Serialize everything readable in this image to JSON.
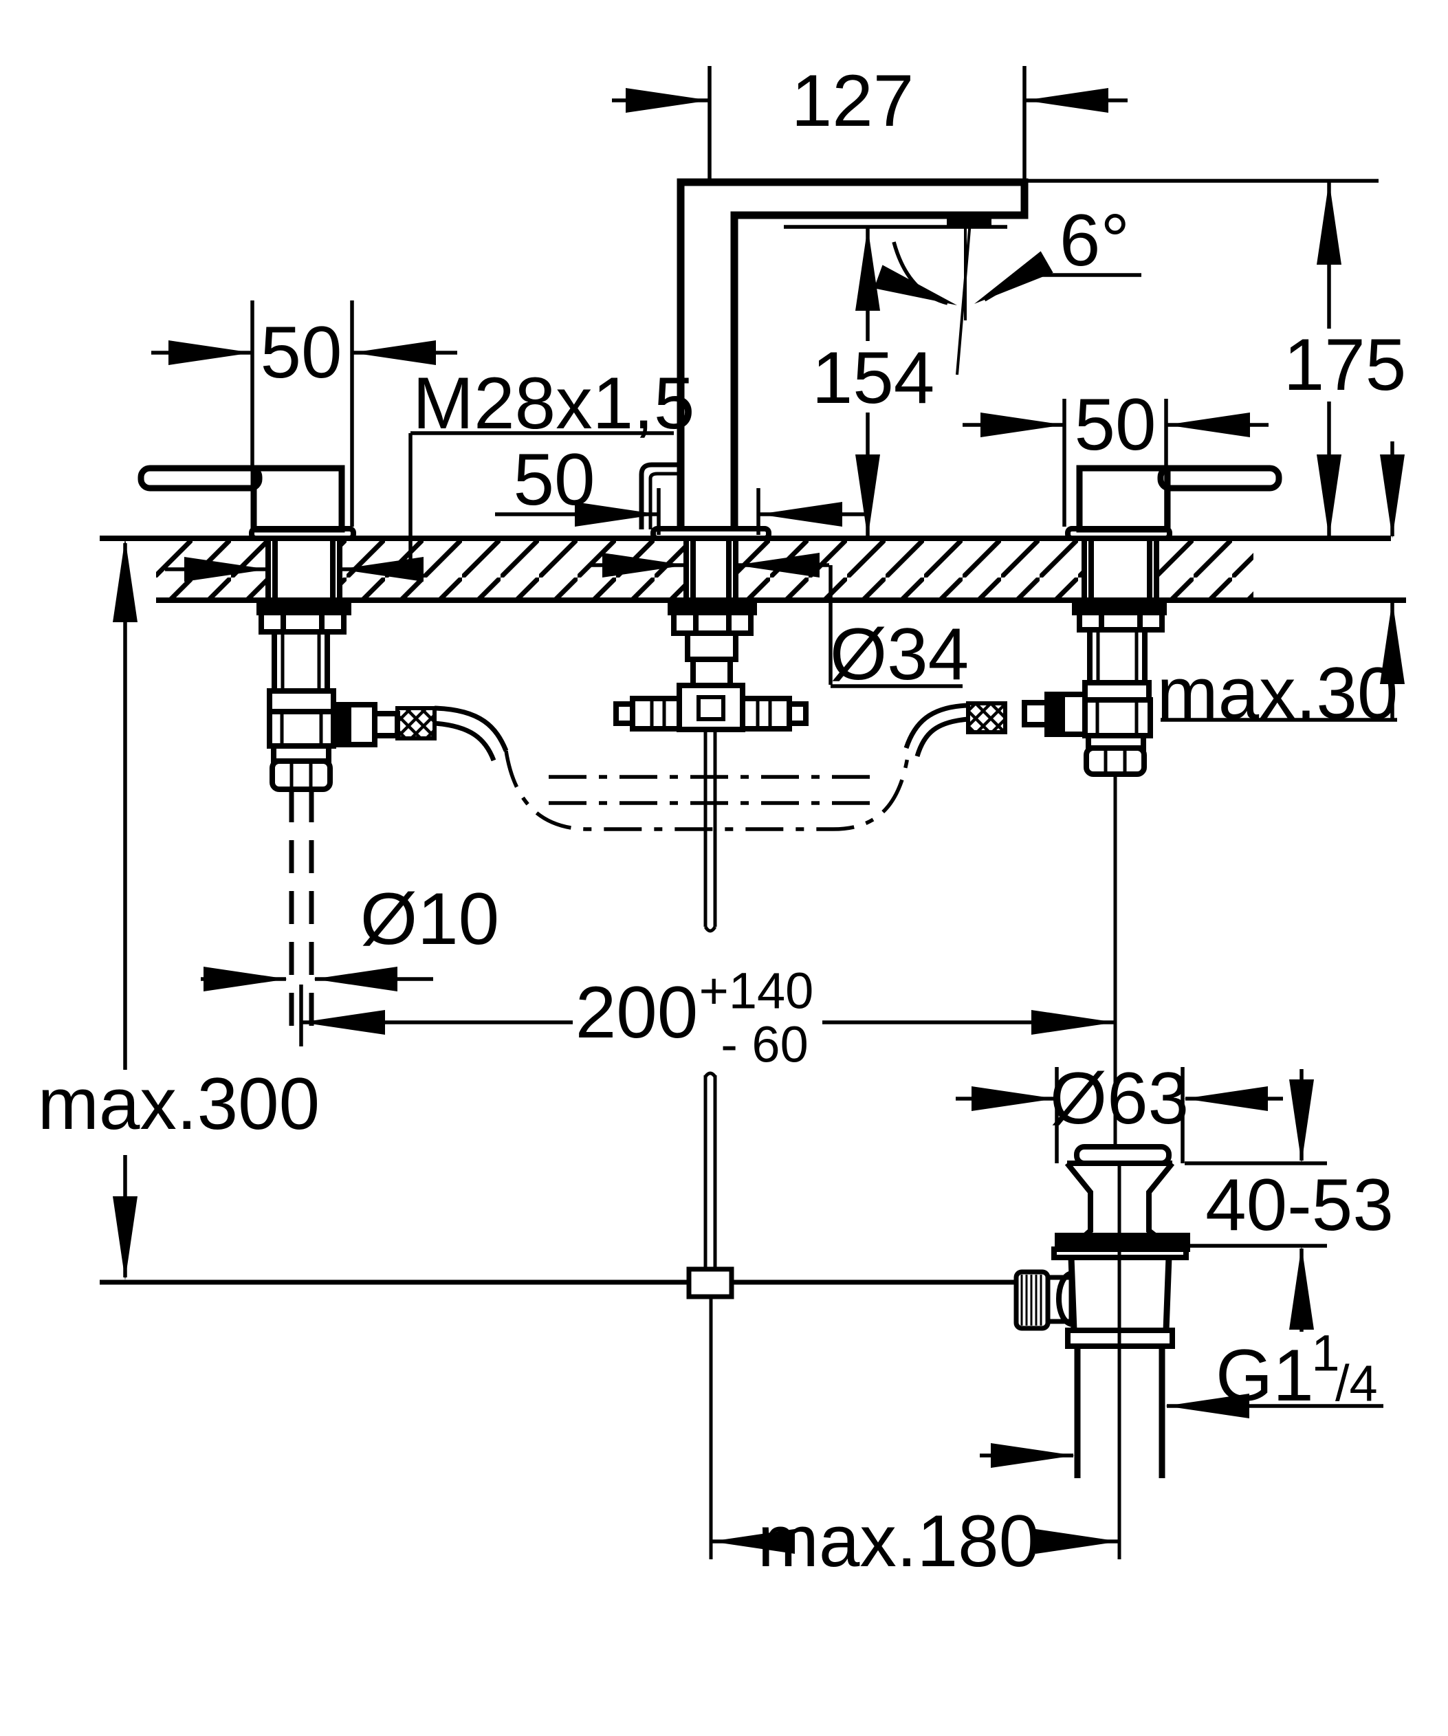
{
  "colors": {
    "line": "#000000",
    "background": "#ffffff"
  },
  "dimensions": {
    "spout_projection": {
      "label": "127"
    },
    "spout_angle": {
      "label": "6°"
    },
    "left_handle_width": {
      "label": "50"
    },
    "center_thread": {
      "label": "M28x1,5"
    },
    "center_base_width": {
      "label": "50"
    },
    "spout_outlet_height": {
      "label": "154"
    },
    "overall_height": {
      "label": "175"
    },
    "right_handle_width": {
      "label": "50"
    },
    "deck_hole_diameter": {
      "label": "Ø34"
    },
    "deck_max_thickness": {
      "label": "max.30"
    },
    "stud_diameter": {
      "label": "Ø10"
    },
    "hole_spacing": {
      "value": "200",
      "tolerance_plus": "+140",
      "tolerance_minus": "- 60"
    },
    "max_mounting_depth": {
      "label": "max.300"
    },
    "waste_flange_diameter": {
      "label": "Ø63"
    },
    "waste_clamping_range": {
      "label": "40-53"
    },
    "waste_thread": {
      "main": "G1",
      "sup_numerator": "1",
      "denominator": "/4"
    },
    "waste_rod_offset": {
      "label": "max.180"
    }
  }
}
